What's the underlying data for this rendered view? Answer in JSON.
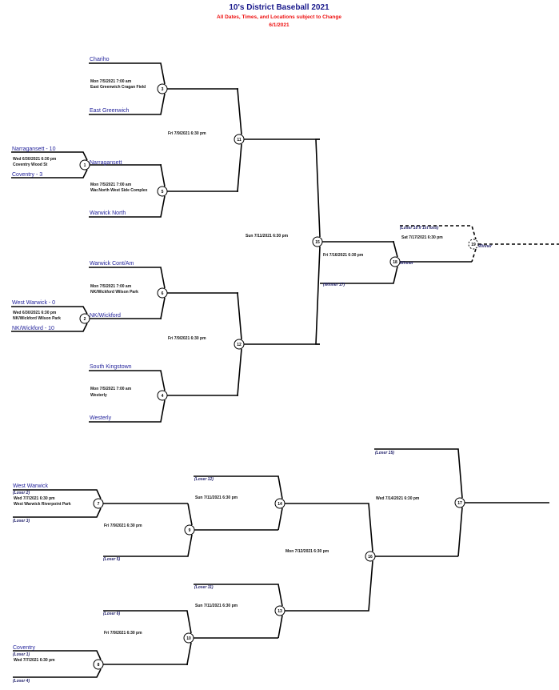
{
  "header": {
    "title": "10's District Baseball 2021",
    "subtitle": "All Dates, Times, and Locations subject to Change",
    "date": "6/1/2021"
  },
  "colors": {
    "title": "#1a1a8c",
    "subtitle": "#ee1111",
    "team": "#1f1f9a",
    "line": "#000000"
  },
  "games": {
    "g1": {
      "number": "1",
      "top": "Narragansett - 10",
      "bottom": "Coventry - 3",
      "when": "Wed 6/30/2021 6:30 pm",
      "where": "Coventry Wood St"
    },
    "g2": {
      "number": "2",
      "top": "West Warwick - 0",
      "bottom": "NK/Wickford - 10",
      "when": "Wed 6/30/2021 6:30 pm",
      "where": "NK/Wickford Wilson Park"
    },
    "g3": {
      "number": "3",
      "top": "Chariho",
      "bottom": "East Greenwich",
      "when": "Mon 7/5/2021 7:00 am",
      "where": "East Greenwich Cragan Field"
    },
    "g4": {
      "number": "4",
      "top": "South Kingstown",
      "bottom": "Westerly",
      "when": "Mon 7/5/2021 7:00 am",
      "where": "Westerly"
    },
    "g5": {
      "number": "5",
      "top": "Narragansett",
      "bottom": "Warwick North",
      "when": "Mon 7/5/2021 7:00 am",
      "where": "War.North West Side Complex"
    },
    "g6": {
      "number": "6",
      "top": "Warwick Cont/Am",
      "bottom": "NK/Wickford",
      "when": "Mon 7/5/2021 7:00 am",
      "where": "NK/Wickford Wilson Park"
    },
    "g7": {
      "number": "7",
      "team": "West Warwick",
      "top": "(Loser 2)",
      "bottom": "(Loser 3)",
      "when": "Wed 7/7/2021 6:30 pm",
      "where": "West Warwick Riverpoint Park"
    },
    "g8": {
      "number": "8",
      "team": "Coventry",
      "top": "(Loser 1)",
      "bottom": "(Loser 4)",
      "when": "Wed 7/7/2021 6:30 pm"
    },
    "g9": {
      "number": "9",
      "bottom": "(Loser 5)",
      "when": "Fri 7/9/2021 6:30 pm"
    },
    "g10": {
      "number": "10",
      "top": "(Loser 6)",
      "when": "Fri 7/9/2021 6:30 pm"
    },
    "g11": {
      "number": "11",
      "when": "Fri 7/9/2021 6:30 pm"
    },
    "g12": {
      "number": "12",
      "when": "Fri 7/9/2021 6:30 pm"
    },
    "g13": {
      "number": "13",
      "top": "(Loser 11)",
      "when": "Sun 7/11/2021 6:30 pm"
    },
    "g14": {
      "number": "14",
      "top": "(Loser 12)",
      "when": "Sun 7/11/2021 6:30 pm"
    },
    "g15": {
      "number": "15",
      "when": "Sun 7/11/2021 6:30 pm"
    },
    "g16": {
      "number": "16",
      "when": "Mon 7/12/2021 6:30 pm"
    },
    "g17": {
      "number": "17",
      "top": "(Loser 15)",
      "when": "Wed 7/14/2021 6:30 pm"
    },
    "g18": {
      "number": "18",
      "bottom": "(Winner 17)",
      "when": "Fri 7/16/2021 6:30 pm",
      "result": "Winner"
    },
    "g19": {
      "number": "19",
      "top": "(Loser 18 if 1st loss)",
      "when": "Sat 7/17/2021 6:30 pm",
      "result": "Winner"
    }
  }
}
